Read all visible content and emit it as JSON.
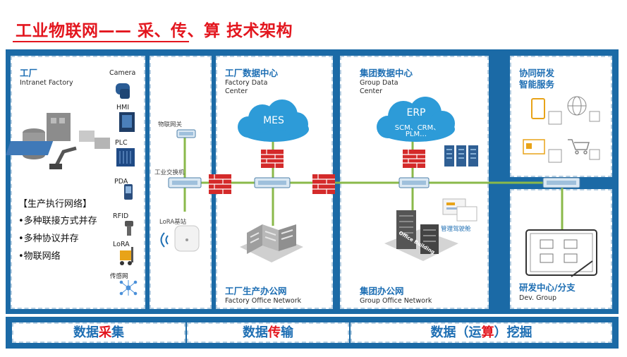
{
  "title": "工业物联网—— 采、传、算 技术架构",
  "factory": {
    "title": "工厂",
    "subtitle": "Intranet Factory",
    "devices": [
      "Camera",
      "HMI",
      "PLC",
      "PDA",
      "RFID",
      "LoRA",
      "传感网"
    ],
    "network_label": "【生产执行网络】",
    "bullets": [
      "•多种联接方式并存",
      "•多种协议并存",
      "•物联网络"
    ]
  },
  "gateway": {
    "gateway_label": "物联网关",
    "switch_label": "工业交换机",
    "lora_label": "LoRA基站"
  },
  "factory_dc": {
    "title": "工厂数据中心",
    "subtitle1": "Factory Data",
    "subtitle2": "Center",
    "cloud": "MES",
    "office_title": "工厂生产办公网",
    "office_subtitle": "Factory Office Network"
  },
  "group_dc": {
    "title": "集团数据中心",
    "subtitle1": "Group Data",
    "subtitle2": "Center",
    "cloud_title": "ERP",
    "cloud_line2": "SCM、CRM、",
    "cloud_line3": "PLM…",
    "cockpit_label": "管理驾驶舱",
    "building_label": "Office Building",
    "office_title": "集团办公网",
    "office_subtitle": "Group Office Network"
  },
  "collab": {
    "title_line1": "协同研发",
    "title_line2": "智能服务"
  },
  "rnd": {
    "title": "研发中心/分支",
    "subtitle": "Dev. Group"
  },
  "bottom_bar": {
    "c1_a": "数据",
    "c1_b": "采",
    "c1_c": "集",
    "c2_a": "数据",
    "c2_b": "传",
    "c2_c": "输",
    "c3_a": "数据（运",
    "c3_b": "算",
    "c3_c": "）挖掘"
  },
  "colors": {
    "title_red": "#e3161e",
    "frame_blue": "#1b6aa6",
    "heading_blue": "#1d6eb3",
    "link_green": "#8ab94a",
    "cloud_blue": "#2d9bd8",
    "firewall_red": "#d42a2a"
  }
}
